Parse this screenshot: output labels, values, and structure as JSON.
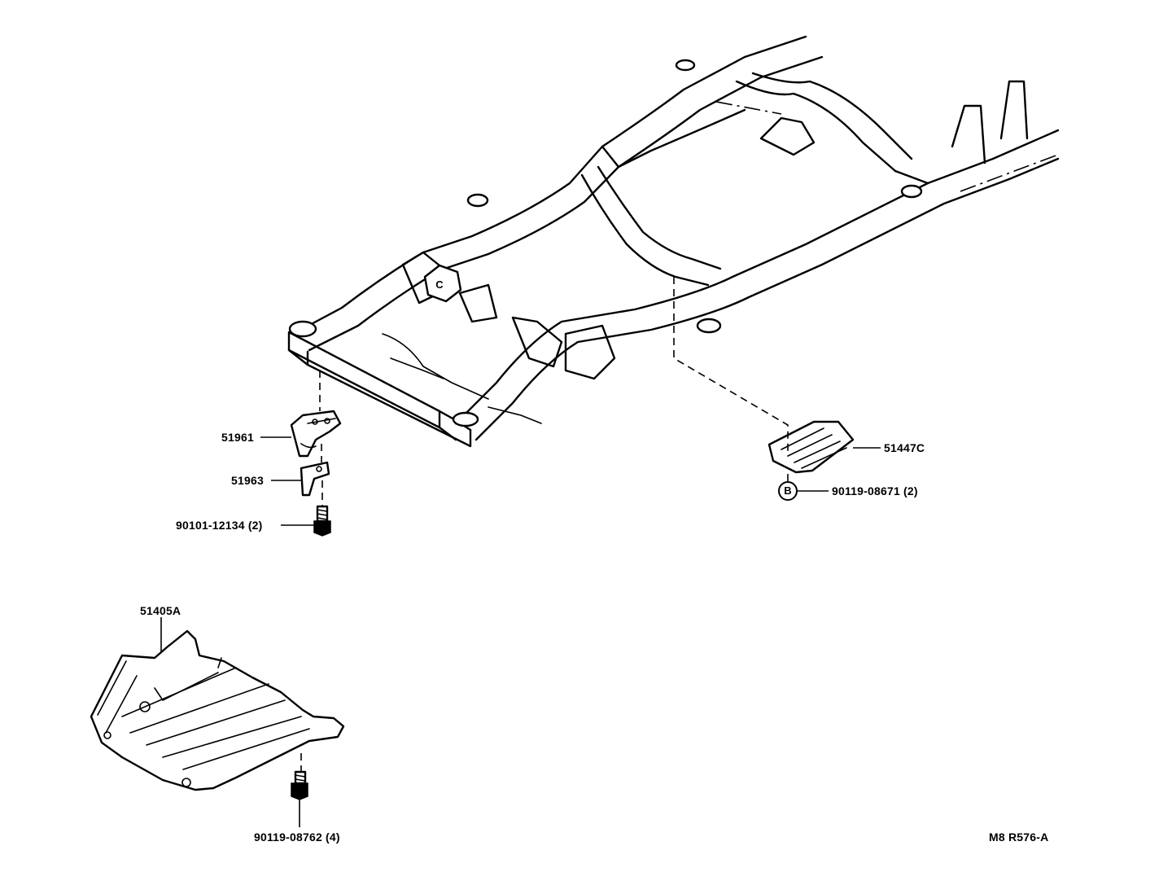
{
  "diagram": {
    "parts": [
      {
        "id": "p1",
        "label": "51961"
      },
      {
        "id": "p2",
        "label": "51963"
      },
      {
        "id": "p3",
        "label": "90101-12134 (2)"
      },
      {
        "id": "p4",
        "label": "51447C"
      },
      {
        "id": "p5",
        "label": "90119-08671 (2)"
      },
      {
        "id": "p6",
        "label": "51405A"
      },
      {
        "id": "p7",
        "label": "90119-08762 (4)"
      }
    ],
    "markers": {
      "frame_ref": "C",
      "bolt_ref": "B"
    },
    "drawing_code": "M8 R576-A"
  }
}
